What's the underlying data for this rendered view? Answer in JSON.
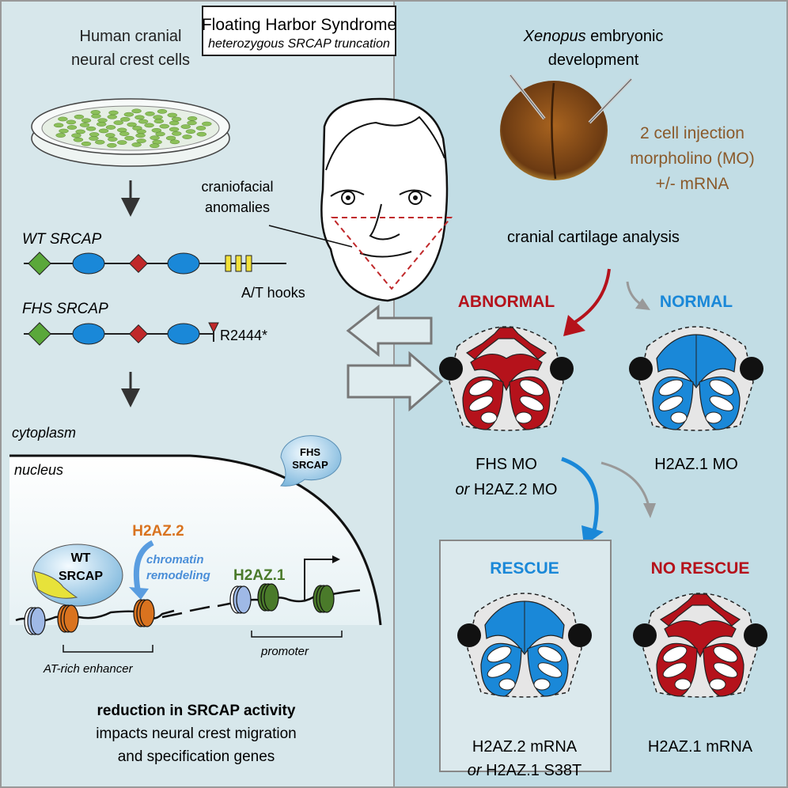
{
  "title": {
    "main": "Floating Harbor Syndrome",
    "sub": "heterozygous SRCAP truncation"
  },
  "left": {
    "heading": [
      "Human cranial",
      "neural crest cells"
    ],
    "wt_label": "WT SRCAP",
    "at_hooks": "A/T hooks",
    "fhs_label": "FHS SRCAP",
    "mutation": "R2444*",
    "cytoplasm": "cytoplasm",
    "nucleus": "nucleus",
    "fhs_bubble": [
      "FHS",
      "SRCAP"
    ],
    "wt_bubble": [
      "WT",
      "SRCAP"
    ],
    "h2az2": "H2AZ.2",
    "remodeling": [
      "chromatin",
      "remodeling"
    ],
    "h2az1": "H2AZ.1",
    "enhancer": "AT-rich enhancer",
    "promoter": "promoter",
    "conclusion_bold": "reduction in SRCAP activity",
    "conclusion": [
      "impacts neural crest migration",
      "and specification genes"
    ]
  },
  "face": {
    "label": [
      "craniofacial",
      "anomalies"
    ]
  },
  "right": {
    "heading_italic": "Xenopus",
    "heading_rest": " embryonic",
    "heading2": "development",
    "injection": [
      "2 cell injection",
      "morpholino (MO)",
      "+/- mRNA"
    ],
    "analysis": "cranial cartilage analysis",
    "panels": [
      {
        "status": "ABNORMAL",
        "lines": [
          "FHS MO"
        ],
        "or_line": "H2AZ.2 MO",
        "color": "#b5121b"
      },
      {
        "status": "NORMAL",
        "lines": [
          "H2AZ.1 MO"
        ],
        "color": "#1a88d8"
      },
      {
        "status": "RESCUE",
        "lines": [
          "H2AZ.2 mRNA"
        ],
        "or_line": "H2AZ.1 S38T",
        "color": "#1a88d8"
      },
      {
        "status": "NO RESCUE",
        "lines": [
          "H2AZ.1 mRNA"
        ],
        "color": "#b5121b"
      }
    ],
    "or_word": "or"
  },
  "colors": {
    "left_bg": "#d7e7eb",
    "right_bg": "#c2dde5",
    "red": "#b5121b",
    "blue": "#1a88d8",
    "orange": "#d9731f",
    "green": "#4a7a2a",
    "brown": "#8a5a2b"
  }
}
